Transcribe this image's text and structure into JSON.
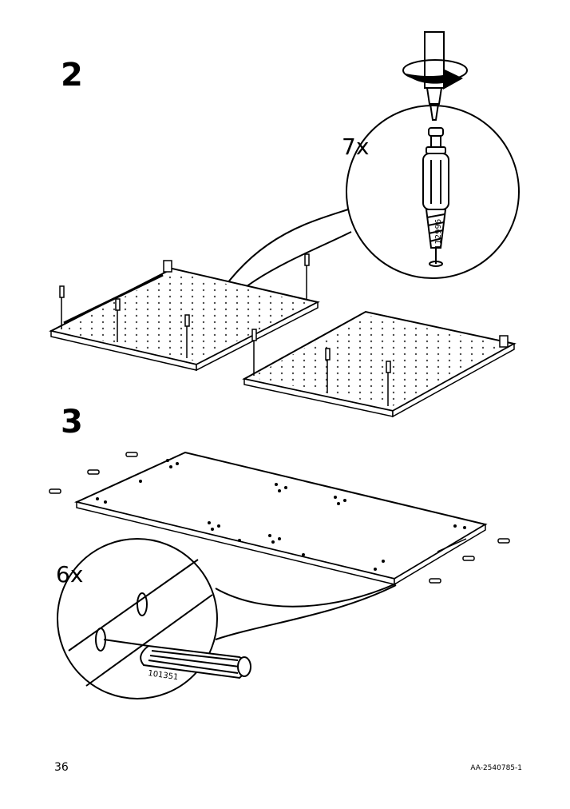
{
  "steps": [
    {
      "number": "2",
      "quantity": "7x",
      "part_number": "112996"
    },
    {
      "number": "3",
      "quantity": "6x",
      "part_number": "101351"
    }
  ],
  "footer": {
    "page_number": "36",
    "document_id": "AA-2540785-1"
  }
}
